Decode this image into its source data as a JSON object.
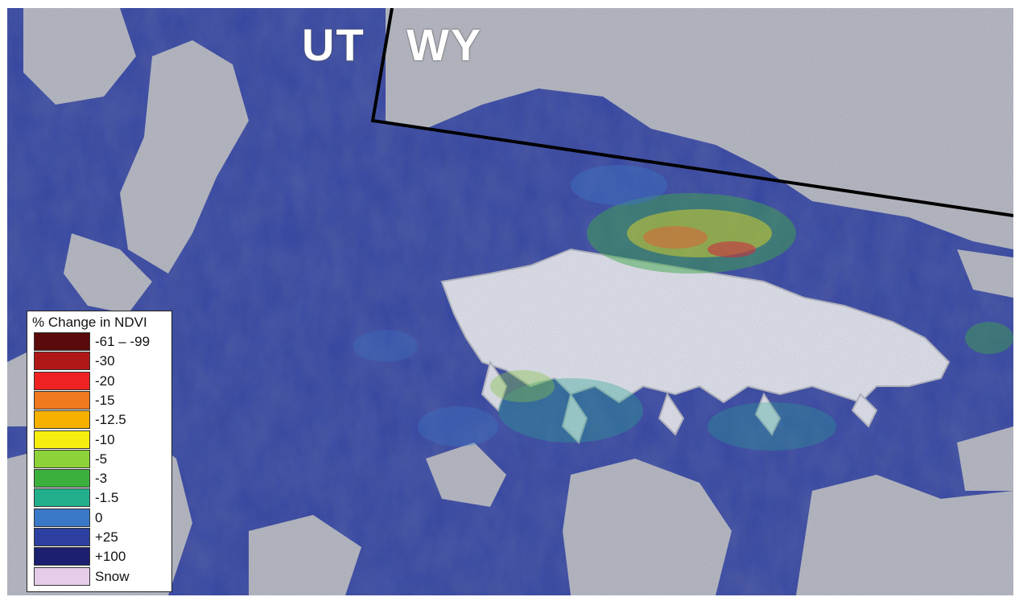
{
  "map": {
    "state_labels": {
      "left": "UT",
      "right": "WY"
    },
    "colors": {
      "terrain": "#bdbdbd",
      "dominant_class": "#2d3fa0",
      "border": "#000000"
    }
  },
  "legend": {
    "title": "% Change in NDVI",
    "classes": [
      {
        "label": "-61 – -99",
        "color": "#5a0a0a"
      },
      {
        "label": "-30",
        "color": "#b01818"
      },
      {
        "label": "-20",
        "color": "#ee2222"
      },
      {
        "label": "-15",
        "color": "#f0781e"
      },
      {
        "label": "-12.5",
        "color": "#f5b000"
      },
      {
        "label": "-10",
        "color": "#f6ee10"
      },
      {
        "label": "-5",
        "color": "#8ed23a"
      },
      {
        "label": "-3",
        "color": "#3cb03c"
      },
      {
        "label": "-1.5",
        "color": "#22b08c"
      },
      {
        "label": "0",
        "color": "#3a78c8"
      },
      {
        "label": "+25",
        "color": "#2d3fa0"
      },
      {
        "label": "+100",
        "color": "#1c1e70"
      },
      {
        "label": "Snow",
        "color": "#e6cce8"
      }
    ]
  }
}
